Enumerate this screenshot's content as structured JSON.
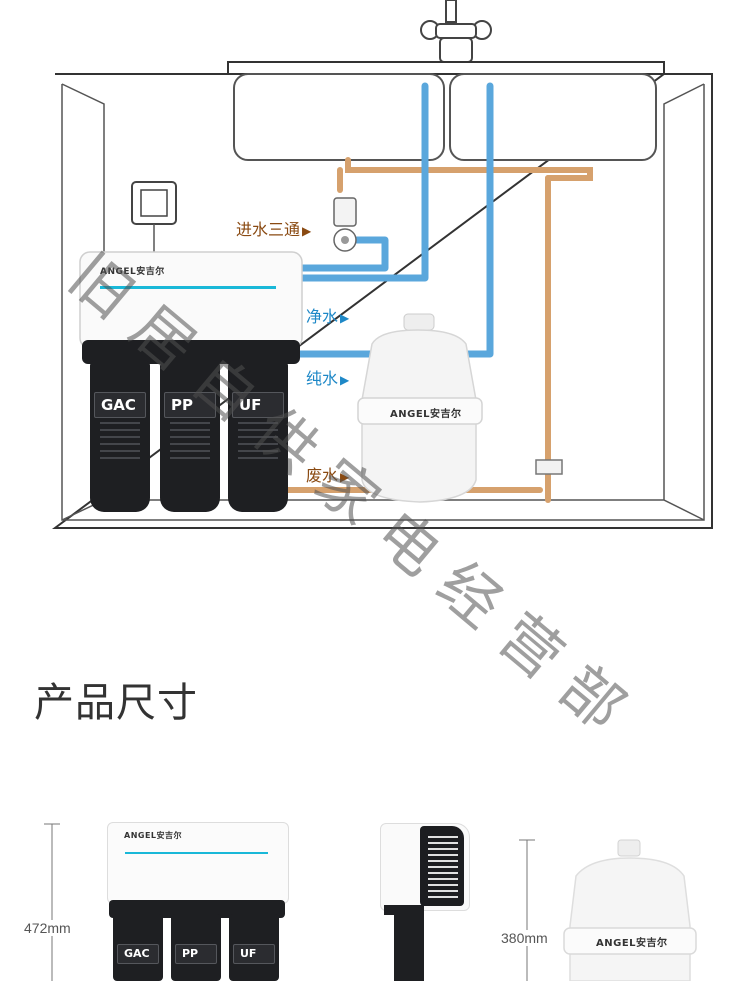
{
  "diagram": {
    "labels": {
      "inlet_tee": "进水三通",
      "clean_water": "净水",
      "pure_water": "纯水",
      "waste_water": "废水"
    },
    "brand": "ANGEL安吉尔",
    "filters": [
      "GAC",
      "PP",
      "UF"
    ],
    "tank_brand": "ANGEL安吉尔"
  },
  "section": {
    "title": "产品尺寸"
  },
  "dimensions": {
    "purifier_height": "472mm",
    "tank_height": "380mm"
  },
  "watermark": "旧居自供家电经营部",
  "colors": {
    "pipe_blue": "#5aa7dc",
    "pipe_orange": "#d6a16d",
    "accent_line": "#19b8d8"
  }
}
